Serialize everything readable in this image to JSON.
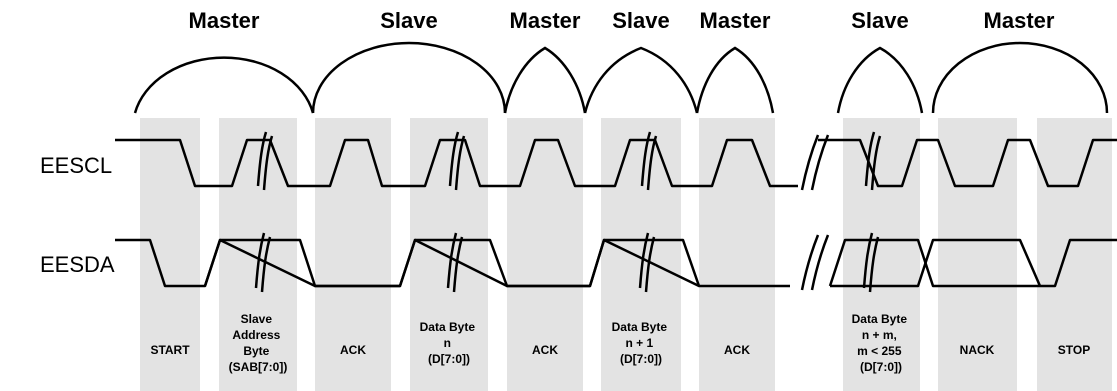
{
  "owners": [
    {
      "label": "Master"
    },
    {
      "label": "Slave"
    },
    {
      "label": "Master"
    },
    {
      "label": "Slave"
    },
    {
      "label": "Master"
    },
    {
      "label": "Slave"
    },
    {
      "label": "Master"
    }
  ],
  "signals": {
    "scl": "EESCL",
    "sda": "EESDA"
  },
  "segments": [
    {
      "lines": [
        "START"
      ]
    },
    {
      "lines": [
        "Slave",
        "Address",
        "Byte",
        "(SAB[7:0])"
      ]
    },
    {
      "lines": [
        "ACK"
      ]
    },
    {
      "lines": [
        "Data Byte",
        "n",
        "(D[7:0])"
      ]
    },
    {
      "lines": [
        "ACK"
      ]
    },
    {
      "lines": [
        "Data Byte",
        "n + 1",
        "(D[7:0])"
      ]
    },
    {
      "lines": [
        "ACK"
      ]
    },
    {
      "lines": [
        "Data Byte",
        "n + m,",
        "m < 255",
        "(D[7:0])"
      ]
    },
    {
      "lines": [
        "NACK"
      ]
    },
    {
      "lines": [
        "STOP"
      ]
    }
  ],
  "colors": {
    "segment_shade": "#e3e3e3",
    "line": "#000000"
  }
}
